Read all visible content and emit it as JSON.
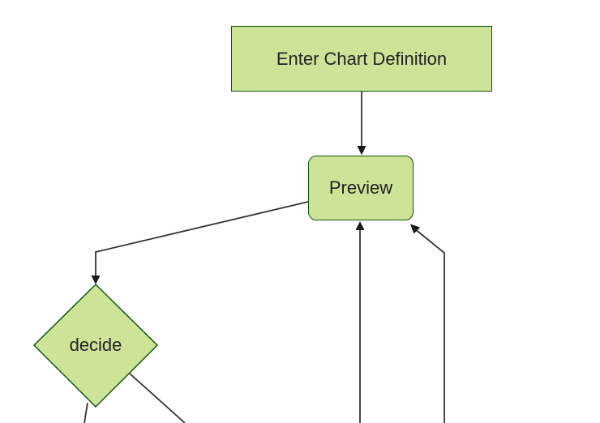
{
  "diagram": {
    "type": "flowchart",
    "direction": "top-down",
    "colors": {
      "background": "#ffffff",
      "node_fill": "#cde498",
      "node_border": "#13540c",
      "edge": "#333333",
      "arrowhead": "#1a1a1a",
      "text": "#222222"
    },
    "nodes": [
      {
        "id": "enter-chart-definition",
        "label": "Enter Chart Definition",
        "shape": "rectangle"
      },
      {
        "id": "preview",
        "label": "Preview",
        "shape": "rounded-rectangle"
      },
      {
        "id": "decide",
        "label": "decide",
        "shape": "diamond"
      }
    ],
    "edges": [
      {
        "from": "enter-chart-definition",
        "to": "preview",
        "arrowhead": true
      },
      {
        "from": "preview",
        "to": "decide",
        "arrowhead": true
      },
      {
        "from": "decide",
        "to": "offscreen-bottom-left",
        "arrowhead": false
      },
      {
        "from": "decide",
        "to": "offscreen-bottom-right",
        "arrowhead": false
      },
      {
        "from": "offscreen-bottom",
        "to": "preview",
        "arrowhead": true
      },
      {
        "from": "offscreen-bottom-right",
        "to": "preview",
        "arrowhead": true
      }
    ]
  }
}
